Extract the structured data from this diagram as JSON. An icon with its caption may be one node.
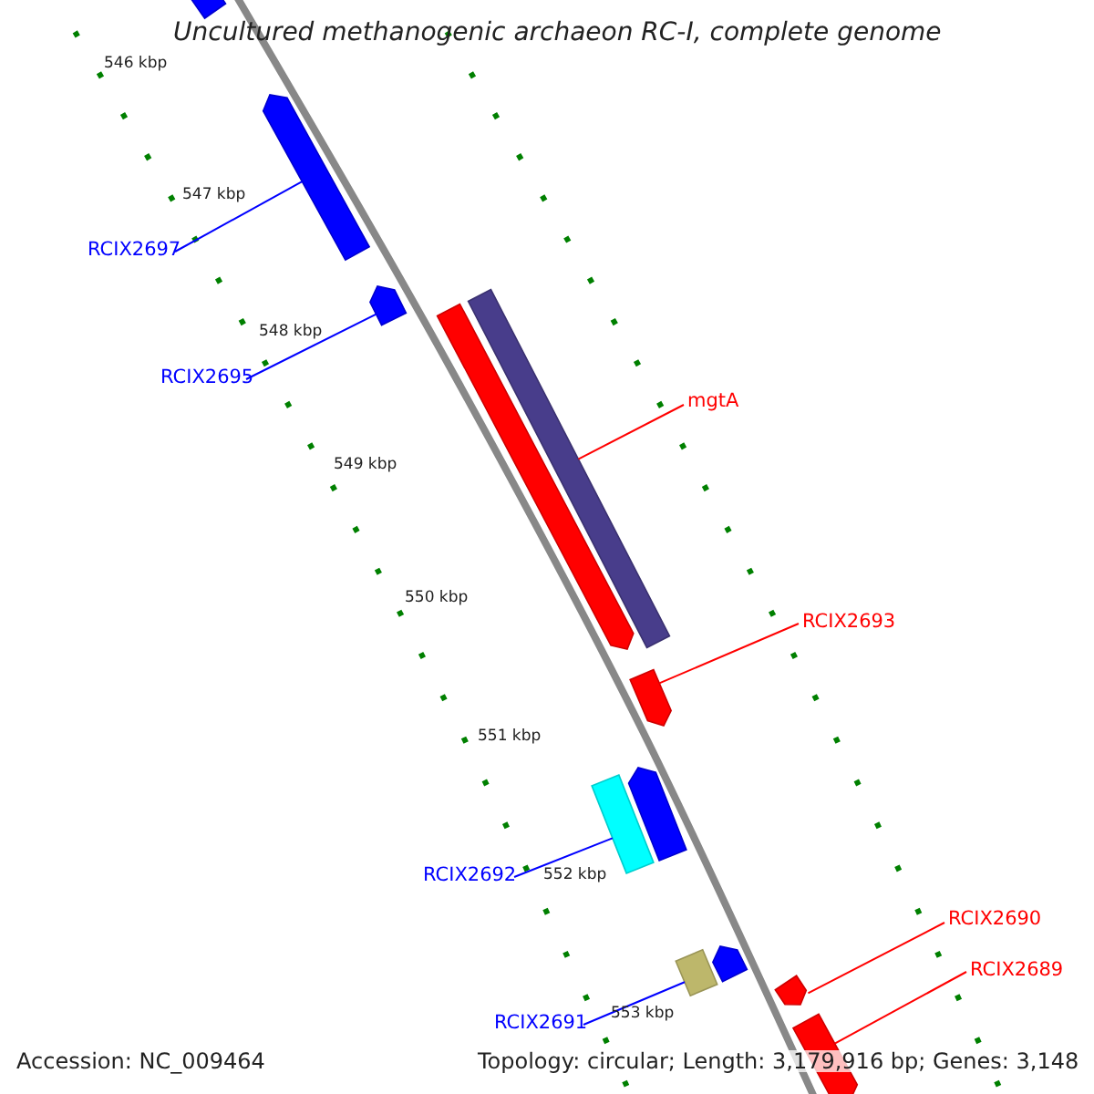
{
  "diagram": {
    "title": "Uncultured methanogenic archaeon RC-I, complete genome",
    "nodes": [
      {
        "text": [],
        "shape": "bar"
      },
      {
        "text": [],
        "shape": "bar"
      },
      {
        "text": [],
        "shape": "bar"
      },
      {
        "text": [],
        "shape": "bar"
      },
      {
        "text": [],
        "shape": "bar"
      },
      {
        "text": [],
        "shape": "bar"
      },
      {
        "text": [],
        "shape": "bar"
      },
      {
        "text": [],
        "shape": "bar"
      },
      {
        "text": [],
        "shape": "bar"
      },
      {
        "text": [],
        "shape": "bar"
      },
      {
        "text": [],
        "shape": "bar"
      },
      {
        "text": [],
        "shape": "bar"
      },
      {
        "text": [
          "RCIX2697"
        ]
      },
      {
        "text": [
          "RCIX2695"
        ]
      },
      {
        "text": [
          "mgtA"
        ]
      },
      {
        "text": [
          "RCIX2693"
        ]
      },
      {
        "text": [
          "RCIX2692"
        ]
      },
      {
        "text": [
          "RCIX2691"
        ]
      },
      {
        "text": [
          "RCIX2690"
        ]
      },
      {
        "text": [
          "RCIX2689"
        ]
      }
    ],
    "edges": [
      {
        "from": 12,
        "to": 1,
        "arrow": "none",
        "color": "#0000ff"
      },
      {
        "from": 13,
        "to": 2,
        "arrow": "none",
        "color": "#0000ff"
      },
      {
        "from": 14,
        "to": 4,
        "arrow": "none",
        "color": "#ff0000"
      },
      {
        "from": 15,
        "to": 5,
        "arrow": "none",
        "color": "#ff0000"
      },
      {
        "from": 16,
        "to": 6,
        "arrow": "none",
        "color": "#0000ff"
      },
      {
        "from": 17,
        "to": 8,
        "arrow": "none",
        "color": "#0000ff"
      },
      {
        "from": 18,
        "to": 10,
        "arrow": "none",
        "color": "#ff0000"
      },
      {
        "from": 19,
        "to": 11,
        "arrow": "none",
        "color": "#ff0000"
      }
    ],
    "labels": [
      "546 kbp",
      "547 kbp",
      "548 kbp",
      "549 kbp",
      "550 kbp",
      "551 kbp",
      "552 kbp",
      "553 kbp",
      "Accession: NC_009464",
      "Topology: circular; Length: 3,179,916 bp; Genes: 3,148"
    ]
  }
}
